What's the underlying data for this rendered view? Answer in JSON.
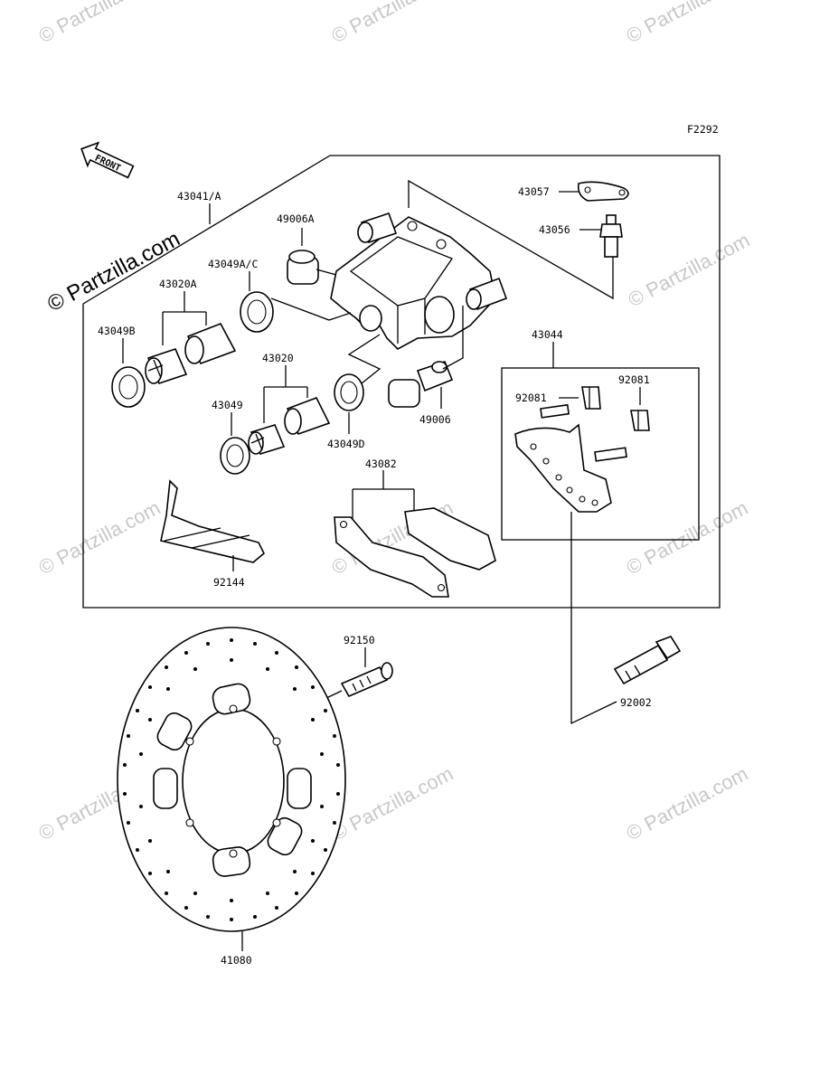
{
  "watermark": {
    "small": "© Partzilla.com",
    "large": "© Partzilla.com"
  },
  "figure_code": "F2292",
  "front_badge": "FRONT",
  "parts": {
    "p43041A": "43041/A",
    "p43057": "43057",
    "p43056": "43056",
    "p49006A": "49006A",
    "p43049AC": "43049A/C",
    "p43020A": "43020A",
    "p43049B": "43049B",
    "p43020": "43020",
    "p43049": "43049",
    "p43049D": "43049D",
    "p49006": "49006",
    "p43044": "43044",
    "p92081a": "92081",
    "p92081b": "92081",
    "p43082": "43082",
    "p92144": "92144",
    "p92150": "92150",
    "p92002": "92002",
    "p41080": "41080"
  }
}
